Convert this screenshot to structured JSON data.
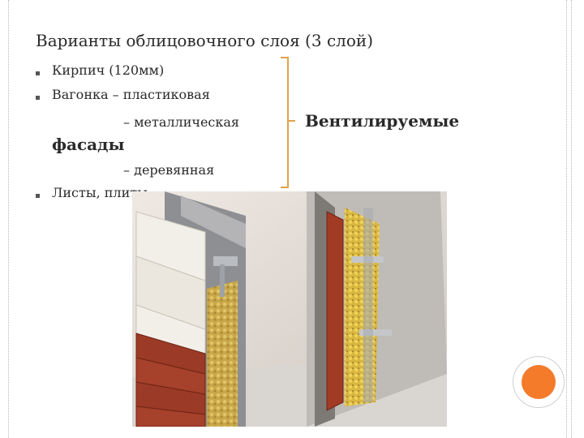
{
  "slide": {
    "title": "Варианты облицовочного слоя (3 слой)",
    "items": [
      {
        "text": "Кирпич  (120мм)"
      },
      {
        "text": "Вагонка – пластиковая"
      },
      {
        "text": "Листы, плиты"
      }
    ],
    "sub_metal": "– металлическая",
    "sub_wood": "– деревянная",
    "facades": "фасады",
    "ventilated": "Вентилируемые"
  },
  "colors": {
    "accent_orange": "#f47b2a",
    "brace": "#e0a24a"
  }
}
